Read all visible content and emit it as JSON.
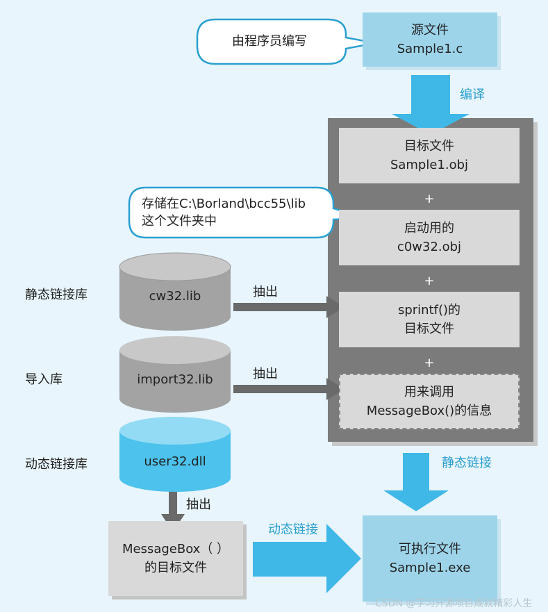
{
  "source_file": {
    "line1": "源文件",
    "line2": "Sample1.c"
  },
  "callout_programmer": "由程序员编写",
  "compile_label": "编译",
  "object_file": {
    "line1": "目标文件",
    "line2": "Sample1.obj"
  },
  "plus_signs": [
    "+",
    "+",
    "+"
  ],
  "startup_obj": {
    "line1": "启动用的",
    "line2": "c0w32.obj"
  },
  "callout_storage": {
    "line1": "存储在C:\\Borland\\bcc55\\lib",
    "line2": "这个文件夹中"
  },
  "sprintf_obj": {
    "line1": "sprintf()的",
    "line2": "目标文件"
  },
  "messagebox_info": {
    "line1": "用来调用",
    "line2": "MessageBox()的信息"
  },
  "static_lib": {
    "label": "静态链接库",
    "file": "cw32.lib"
  },
  "import_lib": {
    "label": "导入库",
    "file": "import32.lib"
  },
  "dynamic_lib": {
    "label": "动态链接库",
    "file": "user32.dll"
  },
  "extract_label": "抽出",
  "static_link_label": "静态链接",
  "dynamic_link_label": "动态链接",
  "messagebox_obj": {
    "line1": "MessageBox（ ）",
    "line2": "的目标文件"
  },
  "executable": {
    "line1": "可执行文件",
    "line2": "Sample1.exe"
  },
  "watermark": "CSDN @学习开源项目成就精彩人生",
  "colors": {
    "background": "#e8f5fc",
    "light_blue_box": "#9dd4ea",
    "arrow_blue": "#3fb8e8",
    "dark_gray": "#7b7b7b",
    "light_gray": "#d9d9d9",
    "dll_blue": "#4cc2ec"
  }
}
